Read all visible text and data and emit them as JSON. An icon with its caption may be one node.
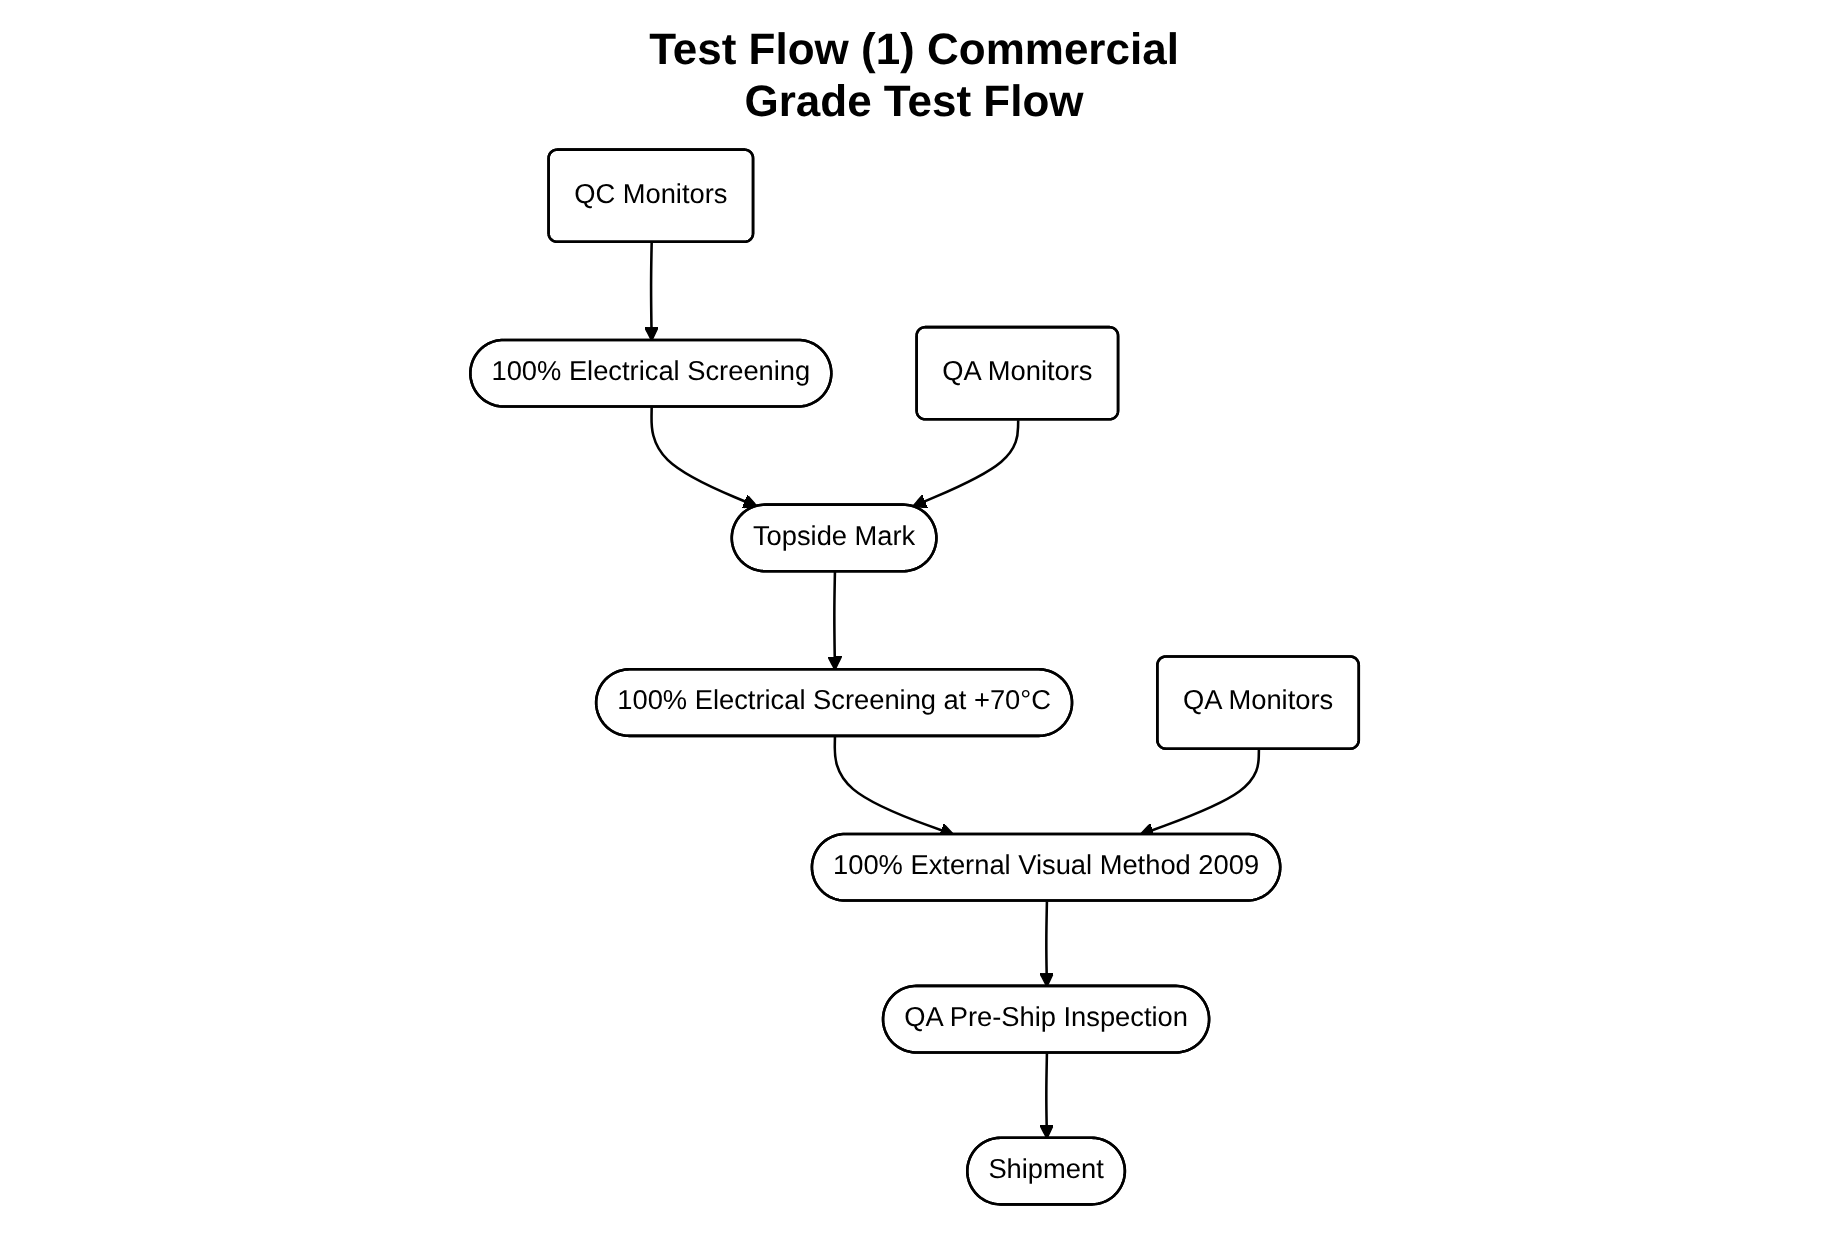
{
  "diagram": {
    "title": "Test Flow (1) Commercial Grade Test Flow",
    "nodes": [
      {
        "text": [
          "100% Electrical Screening"
        ]
      },
      {
        "text": [
          "QC Monitors"
        ]
      },
      {
        "text": [
          "Topside Mark"
        ]
      },
      {
        "text": [
          "QA Monitors"
        ]
      },
      {
        "text": [
          "100% Electrical Screening at +70°C"
        ]
      },
      {
        "text": [
          "100% External Visual Method 2009"
        ]
      },
      {
        "text": [
          "QA Monitors"
        ]
      },
      {
        "text": [
          "QA Pre-Ship Inspection"
        ]
      },
      {
        "text": [
          "Shipment"
        ]
      }
    ],
    "edges": [
      {
        "from": 1,
        "to": 0,
        "arrow": "to"
      },
      {
        "from": 0,
        "to": 2,
        "arrow": "to"
      },
      {
        "from": 3,
        "to": 2,
        "arrow": "to"
      },
      {
        "from": 2,
        "to": 4,
        "arrow": "to"
      },
      {
        "from": 4,
        "to": 5,
        "arrow": "to"
      },
      {
        "from": 6,
        "to": 5,
        "arrow": "to"
      },
      {
        "from": 5,
        "to": 7,
        "arrow": "to"
      },
      {
        "from": 7,
        "to": 8,
        "arrow": "to"
      }
    ]
  }
}
